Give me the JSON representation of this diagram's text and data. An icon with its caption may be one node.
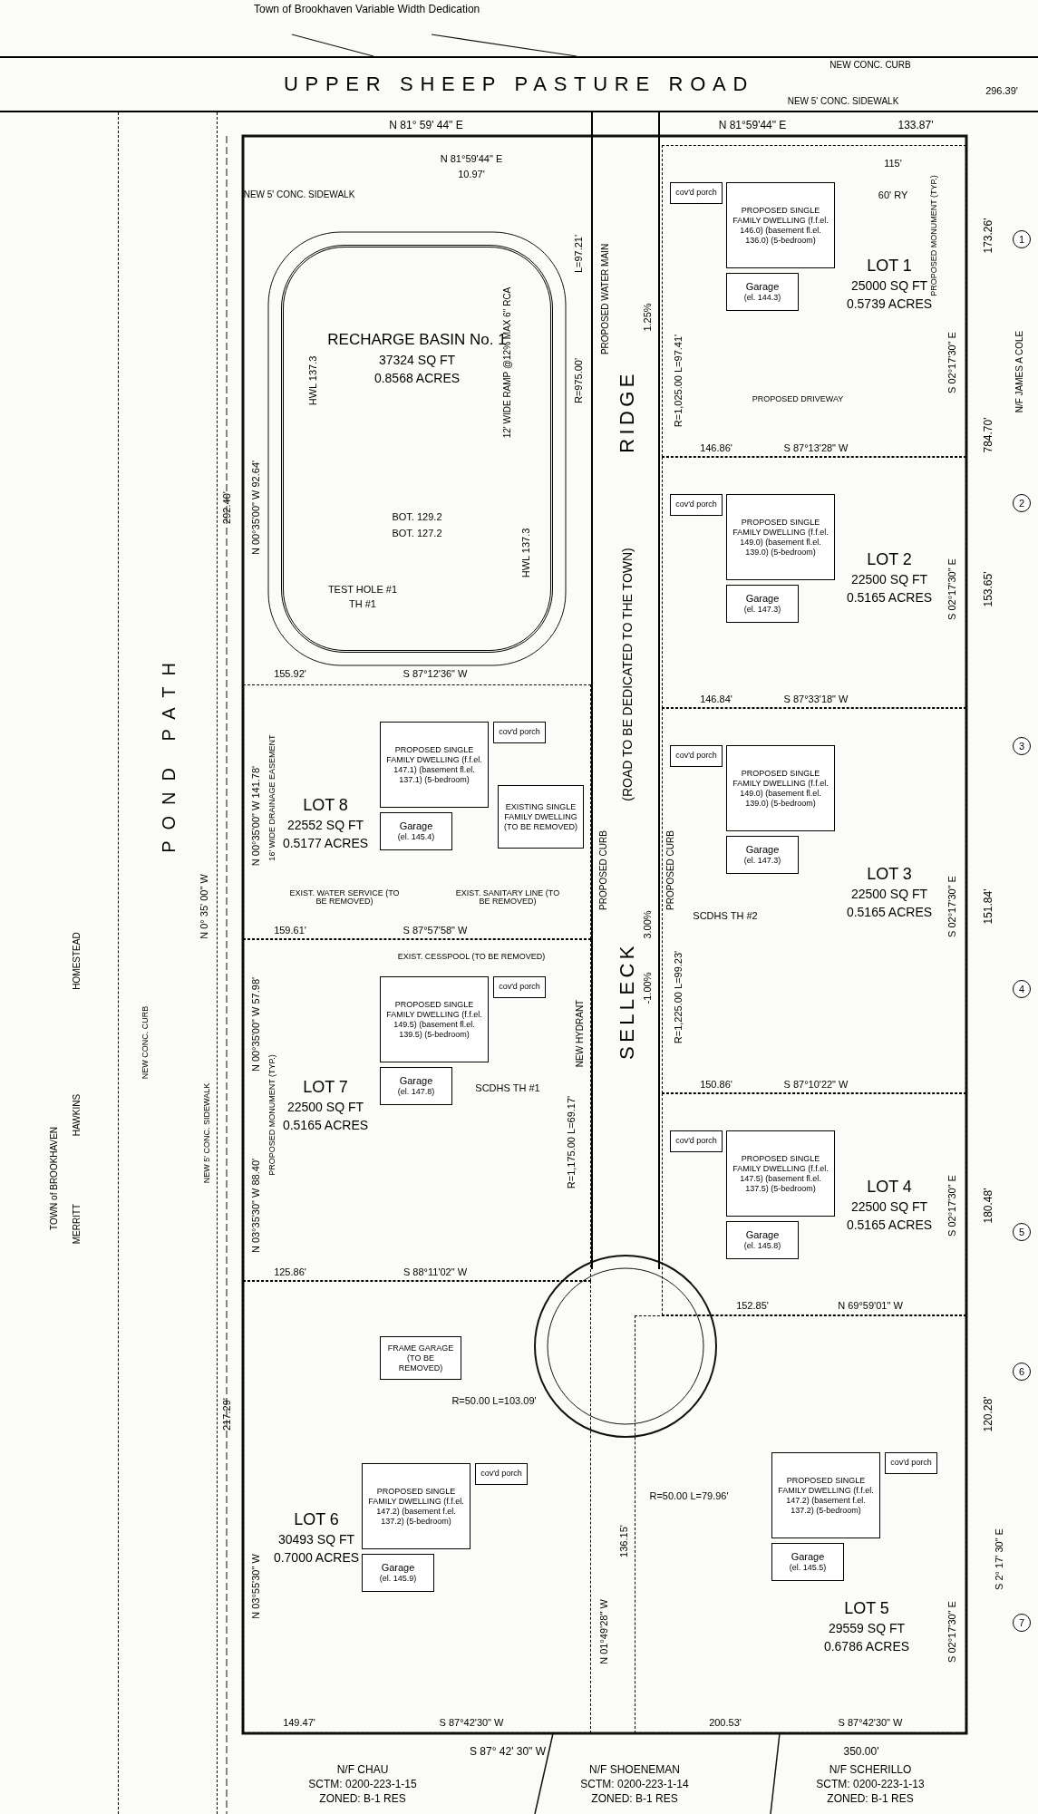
{
  "diagram": {
    "nodes": [
      {
        "text": [
          "UPPER SHEEP PASTURE ROAD"
        ]
      },
      {
        "text": [
          "POND PATH"
        ]
      },
      {
        "text": [
          "Town of Brookhaven Variable Width Dedication"
        ]
      },
      {
        "text": [
          "SELLECK",
          "RIDGE",
          "(ROAD TO BE DEDICATED TO THE TOWN)"
        ]
      },
      {
        "text": [
          "RECHARGE BASIN No. 1",
          "37324 SQ FT",
          "0.8568 ACRES"
        ]
      },
      {
        "text": [
          "LOT 1",
          "25000 SQ FT",
          "0.5739 ACRES"
        ]
      },
      {
        "text": [
          "LOT 2",
          "22500 SQ FT",
          "0.5165 ACRES"
        ]
      },
      {
        "text": [
          "LOT 3",
          "22500 SQ FT",
          "0.5165 ACRES"
        ]
      },
      {
        "text": [
          "LOT 4",
          "22500 SQ FT",
          "0.5165 ACRES"
        ]
      },
      {
        "text": [
          "LOT 5",
          "29559 SQ FT",
          "0.6786 ACRES"
        ]
      },
      {
        "text": [
          "LOT 6",
          "30493 SQ FT",
          "0.7000 ACRES"
        ]
      },
      {
        "text": [
          "LOT 7",
          "22500 SQ FT",
          "0.5165 ACRES"
        ]
      },
      {
        "text": [
          "LOT 8",
          "22552 SQ FT",
          "0.5177 ACRES"
        ]
      },
      {
        "text": [
          "PROPOSED SINGLE FAMILY DWELLING (f.f.el. 146.0) (basement fl.el. 136.0) (5-bedroom)"
        ],
        "in": 5
      },
      {
        "text": [
          "PROPOSED SINGLE FAMILY DWELLING (f.f.el. 149.0) (basement fl.el. 139.0) (5-bedroom)"
        ],
        "in": 6
      },
      {
        "text": [
          "PROPOSED SINGLE FAMILY DWELLING (f.f.el. 149.0) (basement fl.el. 139.0) (5-bedroom)"
        ],
        "in": 7
      },
      {
        "text": [
          "PROPOSED SINGLE FAMILY DWELLING (f.f.el. 147.5) (basement fl.el. 137.5) (5-bedroom)"
        ],
        "in": 8
      },
      {
        "text": [
          "PROPOSED SINGLE FAMILY DWELLING (f.f.el. 147.2) (basement f.el. 137.2) (5-bedroom)"
        ],
        "in": 9
      },
      {
        "text": [
          "PROPOSED SINGLE FAMILY DWELLING (f.f.el. 147.2) (basement f.el. 137.2) (5-bedroom)"
        ],
        "in": 10
      },
      {
        "text": [
          "PROPOSED SINGLE FAMILY DWELLING (f.f.el. 149.5) (basement fl.el. 139.5) (5-bedroom)"
        ],
        "in": 11
      },
      {
        "text": [
          "PROPOSED SINGLE FAMILY DWELLING (f.f.el. 147.1) (basement fl.el. 137.1) (5-bedroom)"
        ],
        "in": 12
      },
      {
        "text": [
          "Garage",
          "(el. 144.3)"
        ],
        "in": 5
      },
      {
        "text": [
          "Garage",
          "(el. 147.3)"
        ],
        "in": 6
      },
      {
        "text": [
          "Garage",
          "(el. 147.3)"
        ],
        "in": 7
      },
      {
        "text": [
          "Garage",
          "(el. 145.8)"
        ],
        "in": 8
      },
      {
        "text": [
          "Garage",
          "(el. 145.5)"
        ],
        "in": 9
      },
      {
        "text": [
          "Garage",
          "(el. 145.9)"
        ],
        "in": 10
      },
      {
        "text": [
          "Garage",
          "(el. 147.8)"
        ],
        "in": 11
      },
      {
        "text": [
          "Garage",
          "(el. 145.4)"
        ],
        "in": 12
      },
      {
        "text": [
          "cov'd porch"
        ],
        "in": 5
      },
      {
        "text": [
          "cov'd porch"
        ],
        "in": 6
      },
      {
        "text": [
          "cov'd porch"
        ],
        "in": 7
      },
      {
        "text": [
          "cov'd porch"
        ],
        "in": 8
      },
      {
        "text": [
          "cov'd porch"
        ],
        "in": 9
      },
      {
        "text": [
          "cov'd porch"
        ],
        "in": 10
      },
      {
        "text": [
          "cov'd porch"
        ],
        "in": 11
      },
      {
        "text": [
          "cov'd porch"
        ],
        "in": 12
      },
      {
        "text": [
          "EXISTING SINGLE FAMILY DWELLING (TO BE REMOVED)"
        ],
        "in": 12
      },
      {
        "text": [
          "FRAME GARAGE (TO BE REMOVED)"
        ],
        "in": 10
      }
    ],
    "edges": [
      {
        "from": 2,
        "to": 0,
        "arrow": "none"
      },
      {
        "from": 2,
        "to": 0,
        "arrow": "none"
      }
    ],
    "labels": [
      "NEW CONC. CURB",
      "296.39'",
      "NEW 5' CONC. SIDEWALK",
      "N 81° 59' 44\" E",
      "N 81°59'44\" E",
      "133.87'",
      "NEW 5' CONC. SIDEWALK",
      "N 81°59'44\" E",
      "10.97'",
      "115'",
      "60' RY",
      "PROPOSED MONUMENT (TYP.)",
      "173.26'",
      "N/F JAMES A COLE",
      "1",
      "L=97.21'",
      "PROPOSED WATER MAIN",
      "1.25%",
      "HWL 137.3",
      "12' WIDE RAMP @12% MAX 6\" RCA",
      "R=975.00'",
      "R=1,025.00 L=97.41'",
      "S 02°17'30\" E",
      "PROPOSED DRIVEWAY",
      "784.70'",
      "S 87°13'28\" W",
      "146.86'",
      "N 00°35'00\" W 92.64'",
      "292.40'",
      "BOT. 129.2",
      "BOT. 127.2",
      "HWL 137.3",
      "TEST HOLE #1",
      "TH #1",
      "2",
      "S 02°17'30\" E",
      "153.65'",
      "S 87°12'36\" W",
      "155.92'",
      "S 87°33'18\" W",
      "146.84'",
      "3",
      "16' WIDE DRAINAGE EASEMENT",
      "N 00°35'00\" W 141.78'",
      "N 0° 35' 00\" W",
      "PROPOSED CURB",
      "PROPOSED CURB",
      "EXIST. WATER SERVICE (TO BE REMOVED)",
      "EXIST. SANITARY LINE (TO BE REMOVED)",
      "S 87°57'58\" W",
      "159.61'",
      "SCDHS TH #2",
      "S 02°17'30\" E",
      "151.84'",
      "3.00%",
      "-1.00%",
      "EXIST. CESSPOOL (TO BE REMOVED)",
      "4",
      "R=1,225.00 L=99.23'",
      "N 00°35'00\" W 57.98'",
      "NEW HYDRANT",
      "SCDHS TH #1",
      "S 87°10'22\" W",
      "150.86'",
      "PROPOSED MONUMENT (TYP.)",
      "NEW 5' CONC. SIDEWALK",
      "NEW CONC. CURB",
      "R=1,175.00 L=69.17'",
      "N 03°35'30\" W 88.40'",
      "S 02°17'30\" E",
      "180.48'",
      "5",
      "S 88°11'02\" W",
      "125.86'",
      "N 69°59'01\" W",
      "152.85'",
      "6",
      "R=50.00 L=103.09'",
      "217.29'",
      "120.28'",
      "R=50.00 L=79.96'",
      "136.15'",
      "S 2° 17' 30\" E",
      "7",
      "N 03°55'30\" W",
      "N 01°49'28\" W",
      "S 02°17'30\" E",
      "149.47'",
      "S 87°42'30\" W",
      "200.53'",
      "S 87°42'30\" W",
      "S 87° 42' 30\" W",
      "350.00'",
      "N/F CHAU",
      "SCTM: 0200-223-1-15",
      "ZONED: B-1 RES",
      "N/F SHOENEMAN",
      "SCTM: 0200-223-1-14",
      "ZONED: B-1 RES",
      "N/F SCHERILLO",
      "SCTM: 0200-223-1-13",
      "ZONED: B-1 RES",
      "HOMESTEAD",
      "HAWKINS",
      "TOWN of BROOKHAVEN",
      "MERRITT"
    ]
  }
}
